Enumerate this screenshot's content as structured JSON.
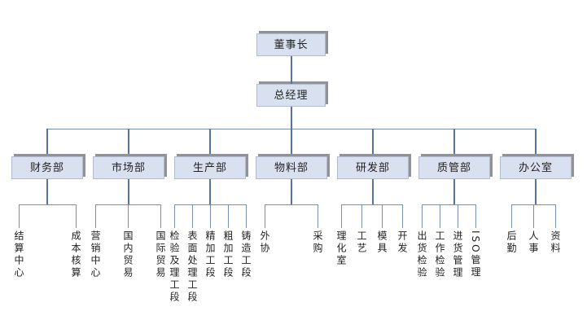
{
  "org": {
    "chairman": "董事长",
    "general_manager": "总经理",
    "departments": [
      {
        "name": "财务部",
        "children": [
          "结算中心",
          "成本核算"
        ]
      },
      {
        "name": "市场部",
        "children": [
          "营销中心",
          "国内贸易",
          "国际贸易"
        ]
      },
      {
        "name": "生产部",
        "children": [
          "检验及理工段",
          "表面处理工段",
          "精加工段",
          "粗加工段",
          "铸造工段"
        ]
      },
      {
        "name": "物料部",
        "children": [
          "外协",
          "采购"
        ]
      },
      {
        "name": "研发部",
        "children": [
          "理化室",
          "工艺",
          "模具",
          "开发"
        ]
      },
      {
        "name": "质管部",
        "children": [
          "出货检验",
          "工作检验",
          "进货管理",
          "ISO管理"
        ]
      },
      {
        "name": "办公室",
        "children": [
          "后勤",
          "人事",
          "资料"
        ]
      }
    ],
    "colors": {
      "node_fill": "#d9e1f0",
      "node_border": "#b3bcd0",
      "node_shadow": "#8f9299",
      "connector": "#54749c",
      "connector_thin": "#7890b0",
      "text": "#222222"
    }
  }
}
